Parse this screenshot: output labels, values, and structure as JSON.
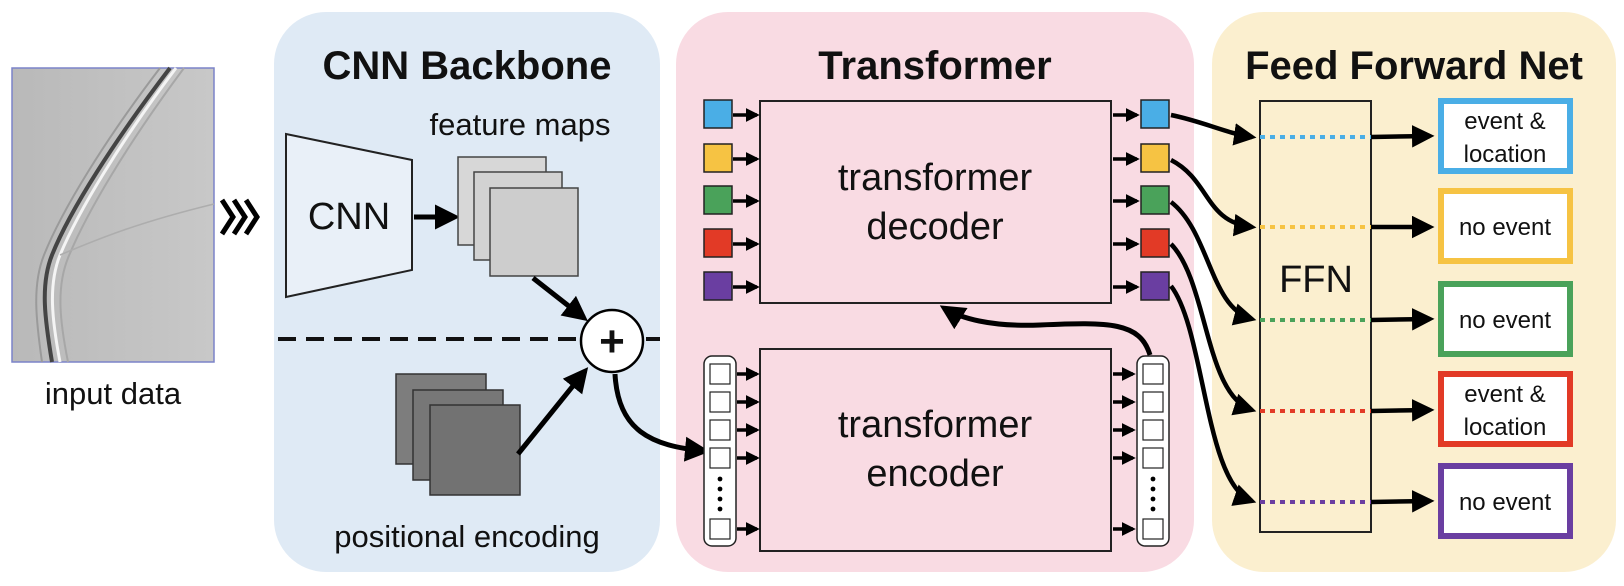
{
  "input": {
    "label": "input data"
  },
  "cnn": {
    "title": "CNN Backbone",
    "feature_maps": "feature maps",
    "cnn_label": "CNN",
    "positional": "positional encoding",
    "sum_symbol": "+"
  },
  "transformer": {
    "title": "Transformer",
    "decoder_line1": "transformer",
    "decoder_line2": "decoder",
    "encoder_line1": "transformer",
    "encoder_line2": "encoder"
  },
  "ffn": {
    "title": "Feed Forward Net",
    "ffn_label": "FFN",
    "outputs": [
      {
        "line1": "event &",
        "line2": "location",
        "color": "#4aaee6"
      },
      {
        "line1": "no event",
        "line2": "",
        "color": "#f6c343"
      },
      {
        "line1": "no event",
        "line2": "",
        "color": "#4aa25a"
      },
      {
        "line1": "event &",
        "line2": "location",
        "color": "#e23a26"
      },
      {
        "line1": "no event",
        "line2": "",
        "color": "#6a3ea1"
      }
    ]
  },
  "colors": {
    "query_colors": [
      "#4aaee6",
      "#f6c343",
      "#4aa25a",
      "#e23a26",
      "#6a3ea1"
    ],
    "cnn_panel": "#dfeaf5",
    "transformer_panel": "#f9dbe3",
    "ffn_panel": "#fbefcf"
  }
}
